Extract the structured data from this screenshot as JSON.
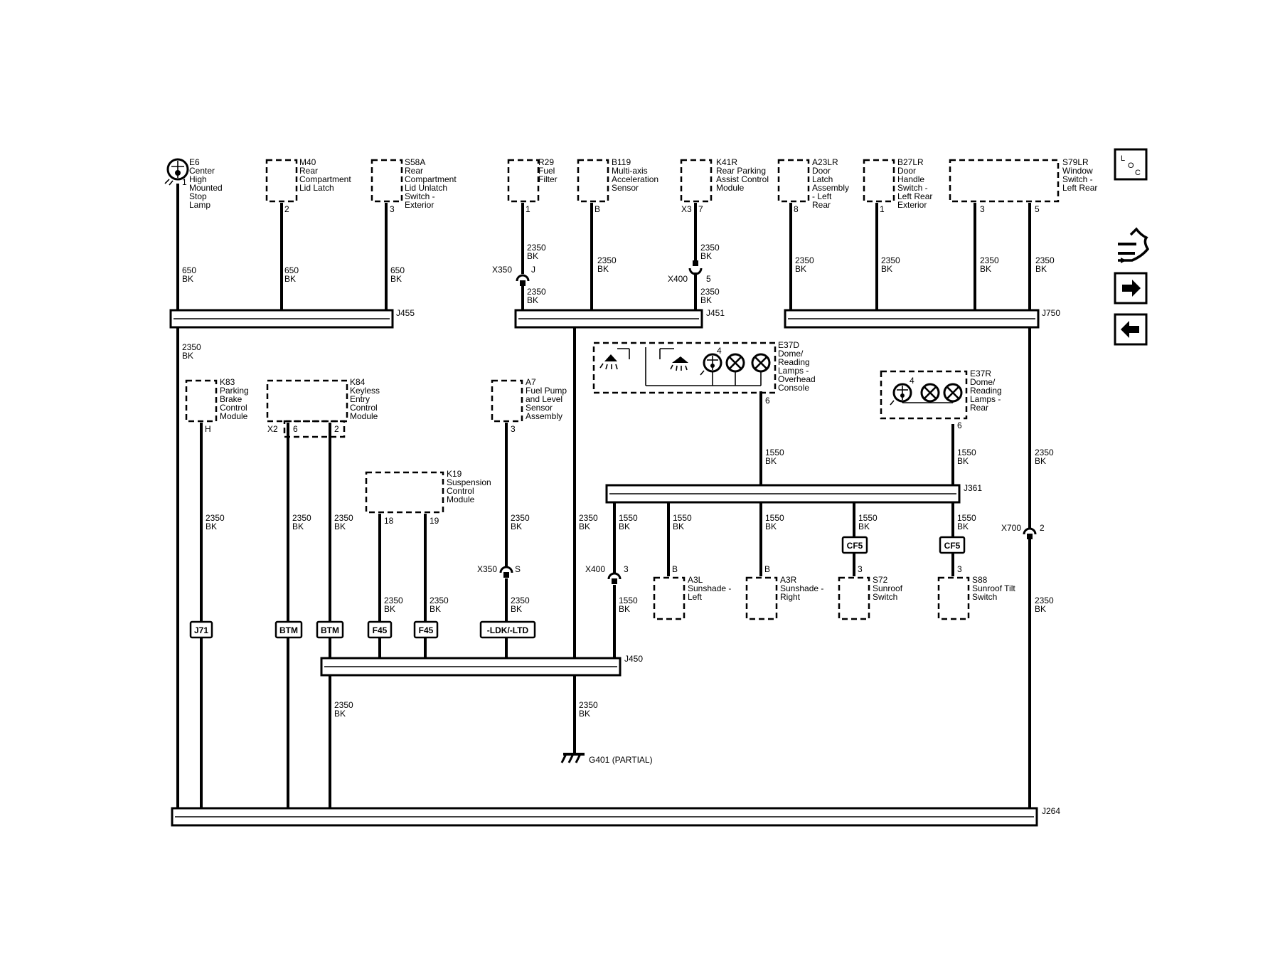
{
  "components": {
    "e6": [
      "E6",
      "Center",
      "High",
      "Mounted",
      "Stop",
      "Lamp"
    ],
    "m40": [
      "M40",
      "Rear",
      "Compartment",
      "Lid Latch"
    ],
    "s58a": [
      "S58A",
      "Rear",
      "Compartment",
      "Lid Unlatch",
      "Switch -",
      "Exterior"
    ],
    "r29": [
      "R29",
      "Fuel",
      "Filter"
    ],
    "b119": [
      "B119",
      "Multi-axis",
      "Acceleration",
      "Sensor"
    ],
    "k41r": [
      "K41R",
      "Rear Parking",
      "Assist Control",
      "Module"
    ],
    "a23lr": [
      "A23LR",
      "Door",
      "Latch",
      "Assembly",
      "- Left",
      "Rear"
    ],
    "b27lr": [
      "B27LR",
      "Door",
      "Handle",
      "Switch -",
      "Left Rear",
      "Exterior"
    ],
    "s79lr": [
      "S79LR",
      "Window",
      "Switch -",
      "Left Rear"
    ],
    "k83": [
      "K83",
      "Parking",
      "Brake",
      "Control",
      "Module"
    ],
    "k84": [
      "K84",
      "Keyless",
      "Entry",
      "Control",
      "Module"
    ],
    "a7": [
      "A7",
      "Fuel Pump",
      "and Level",
      "Sensor",
      "Assembly"
    ],
    "k19": [
      "K19",
      "Suspension",
      "Control",
      "Module"
    ],
    "e37d": [
      "E37D",
      "Dome/",
      "Reading",
      "Lamps -",
      "Overhead",
      "Console"
    ],
    "e37r": [
      "E37R",
      "Dome/",
      "Reading",
      "Lamps -",
      "Rear"
    ],
    "a3l": [
      "A3L",
      "Sunshade -",
      "Left"
    ],
    "a3r": [
      "A3R",
      "Sunshade -",
      "Right"
    ],
    "s72": [
      "S72",
      "Sunroof",
      "Switch"
    ],
    "s88": [
      "S88",
      "Sunroof Tilt",
      "Switch"
    ]
  },
  "pins": {
    "e6": "1",
    "m40": "2",
    "s58a": "3",
    "r29": "1",
    "b119": "B",
    "k41r_conn": "X3",
    "k41r": "7",
    "a23lr": "8",
    "b27lr": "1",
    "s79lr_a": "3",
    "s79lr_b": "5",
    "k83": "H",
    "k84_conn": "X2",
    "k84_a": "6",
    "k84_b": "2",
    "a7": "3",
    "k19_a": "18",
    "k19_b": "19",
    "e37d_lamp": "4",
    "e37d": "6",
    "e37r_lamp": "4",
    "e37r": "6",
    "a3l": "B",
    "a3r": "B",
    "s72": "3",
    "s88": "3"
  },
  "inline": {
    "x350_top": "X350",
    "x350_top_pin": "J",
    "x400_top": "X400",
    "x400_top_pin": "5",
    "x350_mid": "X350",
    "x350_mid_pin": "S",
    "x400_mid": "X400",
    "x400_mid_pin": "3",
    "x700": "X700",
    "x700_pin": "2"
  },
  "splices": {
    "j455": "J455",
    "j451": "J451",
    "j750": "J750",
    "j361": "J361",
    "j450": "J450",
    "j264": "J264"
  },
  "wires": {
    "w650_a": [
      "650",
      "BK"
    ],
    "w650_b": [
      "650",
      "BK"
    ],
    "w650_c": [
      "650",
      "BK"
    ],
    "w_r29_top": [
      "2350",
      "BK"
    ],
    "w_r29_bot": [
      "2350",
      "BK"
    ],
    "w_b119": [
      "2350",
      "BK"
    ],
    "w_k41r_top": [
      "2350",
      "BK"
    ],
    "w_k41r_bot": [
      "2350",
      "BK"
    ],
    "w_a23lr": [
      "2350",
      "BK"
    ],
    "w_b27lr": [
      "2350",
      "BK"
    ],
    "w_s79lr_a": [
      "2350",
      "BK"
    ],
    "w_s79lr_b": [
      "2350",
      "BK"
    ],
    "w_j455_down": [
      "2350",
      "BK"
    ],
    "w_k83": [
      "2350",
      "BK"
    ],
    "w_k84_a": [
      "2350",
      "BK"
    ],
    "w_k84_b": [
      "2350",
      "BK"
    ],
    "w_k19_a": [
      "2350",
      "BK"
    ],
    "w_k19_b": [
      "2350",
      "BK"
    ],
    "w_a7_top": [
      "2350",
      "BK"
    ],
    "w_a7_bot": [
      "2350",
      "BK"
    ],
    "w_j451_down": [
      "2350",
      "BK"
    ],
    "w_j361_x400": [
      "1550",
      "BK"
    ],
    "w_x400_bot": [
      "1550",
      "BK"
    ],
    "w_a3l": [
      "1550",
      "BK"
    ],
    "w_a3r": [
      "1550",
      "BK"
    ],
    "w_s72": [
      "1550",
      "BK"
    ],
    "w_s88": [
      "1550",
      "BK"
    ],
    "w_e37d": [
      "1550",
      "BK"
    ],
    "w_e37r": [
      "1550",
      "BK"
    ],
    "w_j750_down": [
      "2350",
      "BK"
    ],
    "w_x700_bot": [
      "2350",
      "BK"
    ],
    "w_j450_ground": [
      "2350",
      "BK"
    ],
    "w_j450_j264": [
      "2350",
      "BK"
    ]
  },
  "tags": {
    "j71": "J71",
    "btm_a": "BTM",
    "btm_b": "BTM",
    "f45_a": "F45",
    "f45_b": "F45",
    "ldk": "-LDK/-LTD",
    "cf5_a": "CF5",
    "cf5_b": "CF5"
  },
  "ground": "G401 (PARTIAL)",
  "nav": {
    "loc": [
      "L",
      "O",
      "C"
    ]
  }
}
